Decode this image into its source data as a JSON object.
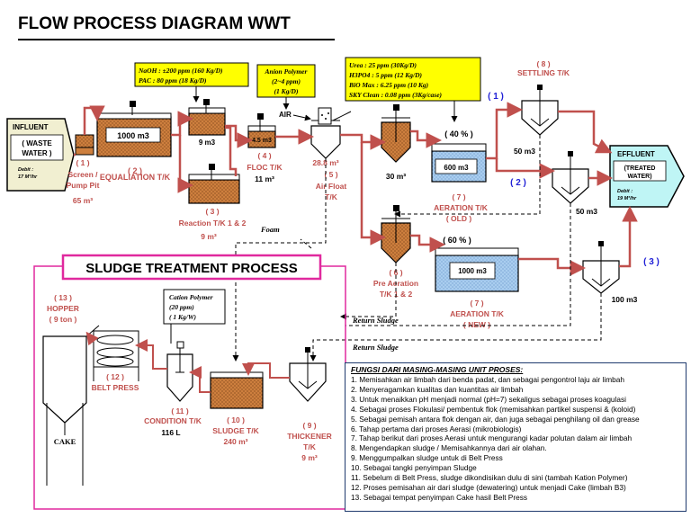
{
  "title": "FLOW PROCESS DIAGRAM  WWT",
  "chem_box_1": {
    "line1": "NaOH   : ±200 ppm (160 Kg/D)",
    "line2": "PAC    :  80  ppm (18 Kg/D)"
  },
  "chem_box_2": {
    "line1": "Anion Polymer",
    "line2": "(2~4 ppm)",
    "line3": "(1 Kg/D)"
  },
  "chem_box_3": {
    "line1": "Urea          : 25  ppm (30Kg/D)",
    "line2": "H3PO4       : 5   ppm (12 Kg/D)",
    "line3": "BiO Max      : 6.25 ppm (10 Kg)",
    "line4": "SKY Clean   : 0.08 ppm (3Kg/case)"
  },
  "influent": {
    "label": "INFLUENT",
    "desc1": "( WASTE",
    "desc2": "WATER )",
    "debit": "Debit :",
    "flow": "17 M³/hr"
  },
  "effluent": {
    "label": "EFFLUENT",
    "desc1": "(TREATED",
    "desc2": "WATER)",
    "debit": "Debit :",
    "flow": "19 M³/hr"
  },
  "units": {
    "screen": {
      "num": "( 1 )",
      "name1": "Screen /",
      "name2": "Pump Pit",
      "vol": "65 m³"
    },
    "equalization": {
      "num": "( 2 )",
      "name": "EQUALIATION T/K",
      "vol": "1000 m3"
    },
    "reaction": {
      "num": "( 3 )",
      "name": "Reaction T/K 1 & 2",
      "vol": "9 m³",
      "vol_top": "9 m3"
    },
    "floc": {
      "num": "( 4 )",
      "name": "FLOC T/K",
      "vol": "11 m³",
      "vol_in": "4.5 m3"
    },
    "airfloat": {
      "num": "( 5 )",
      "name1": "Air Float",
      "name2": "T/K",
      "vol": "28.8 m³",
      "air": "AIR"
    },
    "preaeration": {
      "num": "( 6 )",
      "name1": "Pre Aeration",
      "name2": "T/K 1 & 2",
      "vol": "30 m³"
    },
    "aeration_old": {
      "num": "( 7 )",
      "name1": "AERATION T/K",
      "name2": "( OLD )",
      "vol": "600 m3",
      "pct": "( 40 % )"
    },
    "aeration_new": {
      "num": "( 7 )",
      "name1": "AERATION T/K",
      "name2": "( NEW )",
      "vol": "1000 m3",
      "pct": "( 60 % )"
    },
    "settling": {
      "num": "( 8 )",
      "name": "SETTLING T/K",
      "vol1": "50 m3",
      "vol2": "50 m3",
      "vol3": "100 m3",
      "s1": "( 1 )",
      "s2": "( 2 )",
      "s3": "( 3 )"
    },
    "thickener": {
      "num": "( 9 )",
      "name1": "THICKENER",
      "name2": "T/K",
      "vol": "9 m³"
    },
    "sludge": {
      "num": "( 10 )",
      "name": "SLUDGE T/K",
      "vol": "240 m³"
    },
    "condition": {
      "num": "( 11 )",
      "name": "CONDITION T/K",
      "vol": "116 L"
    },
    "beltpress": {
      "num": "( 12 )",
      "name": "BELT PRESS"
    },
    "hopper": {
      "num": "( 13 )",
      "name": "HOPPER",
      "cap": "( 9 ton )",
      "cake": "CAKE"
    }
  },
  "labels": {
    "foam": "Foam",
    "return1": "Return Sludge",
    "return2": "Return Sludge"
  },
  "sludge_section": {
    "title": "SLUDGE TREATMENT PROCESS"
  },
  "cation_box": {
    "line1": "Cation Polymer",
    "line2": "(20  ppm)",
    "line3": "( 1 Kg/W)"
  },
  "legend": {
    "title": "FUNGSI DARI MASING-MASING UNIT PROSES:",
    "items": [
      "1.  Memisahkan air limbah dari benda padat, dan sebagai pengontrol laju air limbah",
      "2.  Menyeragamkan kualitas dan kuantitas air limbah",
      "3.  Untuk menaikkan pH menjadi normal (pH=7) sekaligus sebagai proses koagulasi",
      "4.  Sebagai proses Flokulasi/ pembentuk flok (memisahkan partikel suspensi & (koloid)",
      "5.  Sebagai pemisah antara flok dengan air, dan juga sebagai penghilang oil dan grease",
      "6.  Tahap pertama dari proses Aerasi (mikrobiologis)",
      "7.  Tahap berikut dari proses Aerasi untuk mengurangi kadar polutan dalam air limbah",
      "8.  Mengendapkan sludge / Memisahkannya dari air olahan.",
      "9.  Menggumpalkan sludge untuk di Belt Press",
      "10. Sebagai tangki penyimpan Sludge",
      "11. Sebelum di Belt Press, sludge dikondisikan dulu di sini (tambah Kation Polymer)",
      "12. Proses pemisahan air dari sludge (dewatering) untuk menjadi Cake (limbah B3)",
      "13. Sebagai tempat penyimpan Cake hasil Belt Press"
    ]
  },
  "colors": {
    "pipe": "#c0504d",
    "tank": "#c9793c",
    "water": "#9fc7ee",
    "chem_box": "#ffff00",
    "effluent": "#bff5f5",
    "pink": "#e0299e",
    "blue_num": "#1f1fd6"
  }
}
